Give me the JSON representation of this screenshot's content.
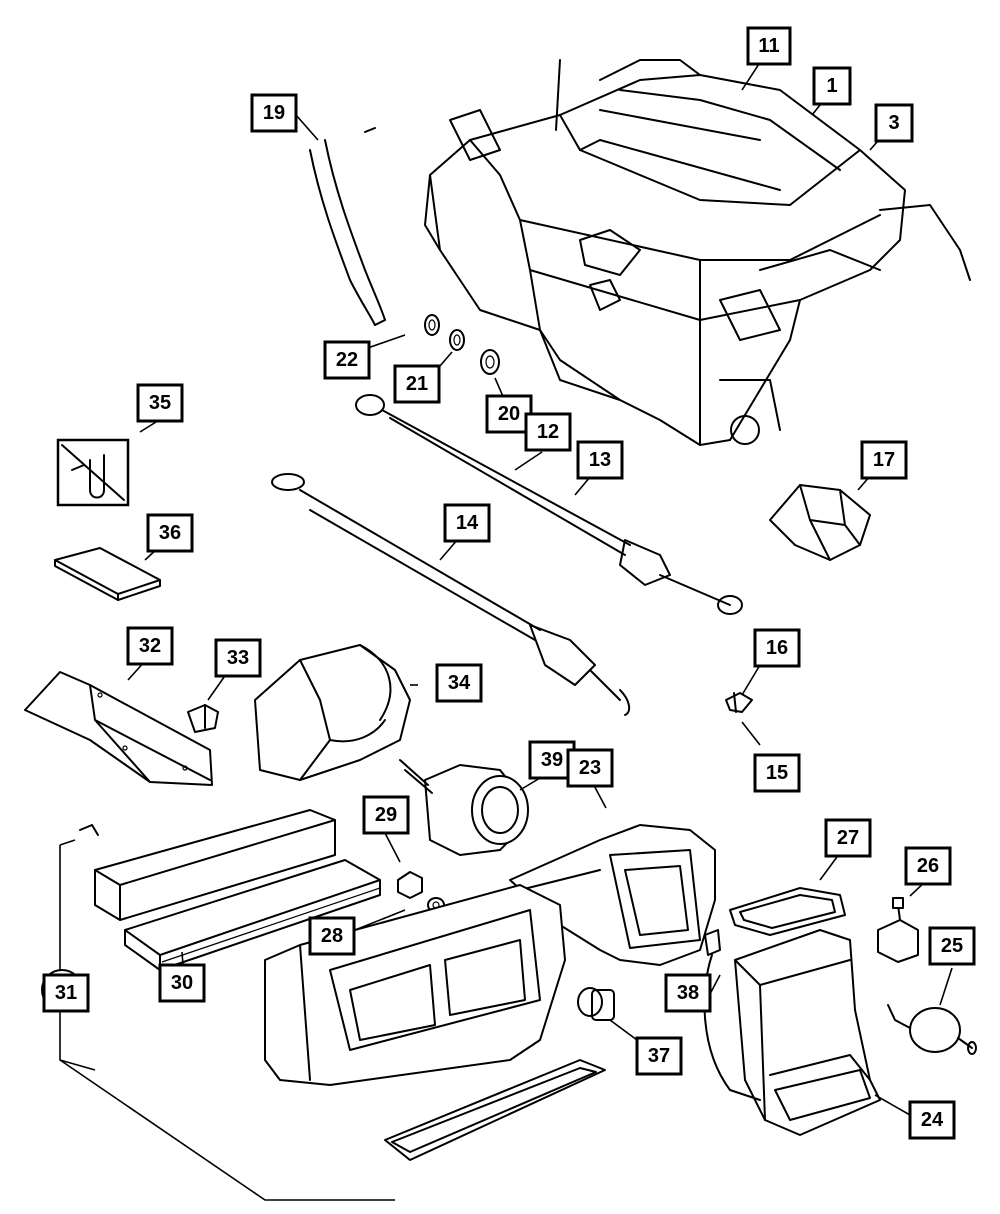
{
  "diagram": {
    "callouts": [
      {
        "id": "11",
        "label": "11"
      },
      {
        "id": "1",
        "label": "1"
      },
      {
        "id": "3",
        "label": "3"
      },
      {
        "id": "19",
        "label": "19"
      },
      {
        "id": "22",
        "label": "22"
      },
      {
        "id": "21",
        "label": "21"
      },
      {
        "id": "20",
        "label": "20"
      },
      {
        "id": "12",
        "label": "12"
      },
      {
        "id": "35",
        "label": "35"
      },
      {
        "id": "13",
        "label": "13"
      },
      {
        "id": "17",
        "label": "17"
      },
      {
        "id": "36",
        "label": "36"
      },
      {
        "id": "14",
        "label": "14"
      },
      {
        "id": "32",
        "label": "32"
      },
      {
        "id": "33",
        "label": "33"
      },
      {
        "id": "34",
        "label": "34"
      },
      {
        "id": "16",
        "label": "16"
      },
      {
        "id": "15",
        "label": "15"
      },
      {
        "id": "39",
        "label": "39"
      },
      {
        "id": "23",
        "label": "23"
      },
      {
        "id": "29",
        "label": "29"
      },
      {
        "id": "27",
        "label": "27"
      },
      {
        "id": "26",
        "label": "26"
      },
      {
        "id": "28",
        "label": "28"
      },
      {
        "id": "25",
        "label": "25"
      },
      {
        "id": "31",
        "label": "31"
      },
      {
        "id": "30",
        "label": "30"
      },
      {
        "id": "38",
        "label": "38"
      },
      {
        "id": "37",
        "label": "37"
      },
      {
        "id": "24",
        "label": "24"
      }
    ]
  }
}
